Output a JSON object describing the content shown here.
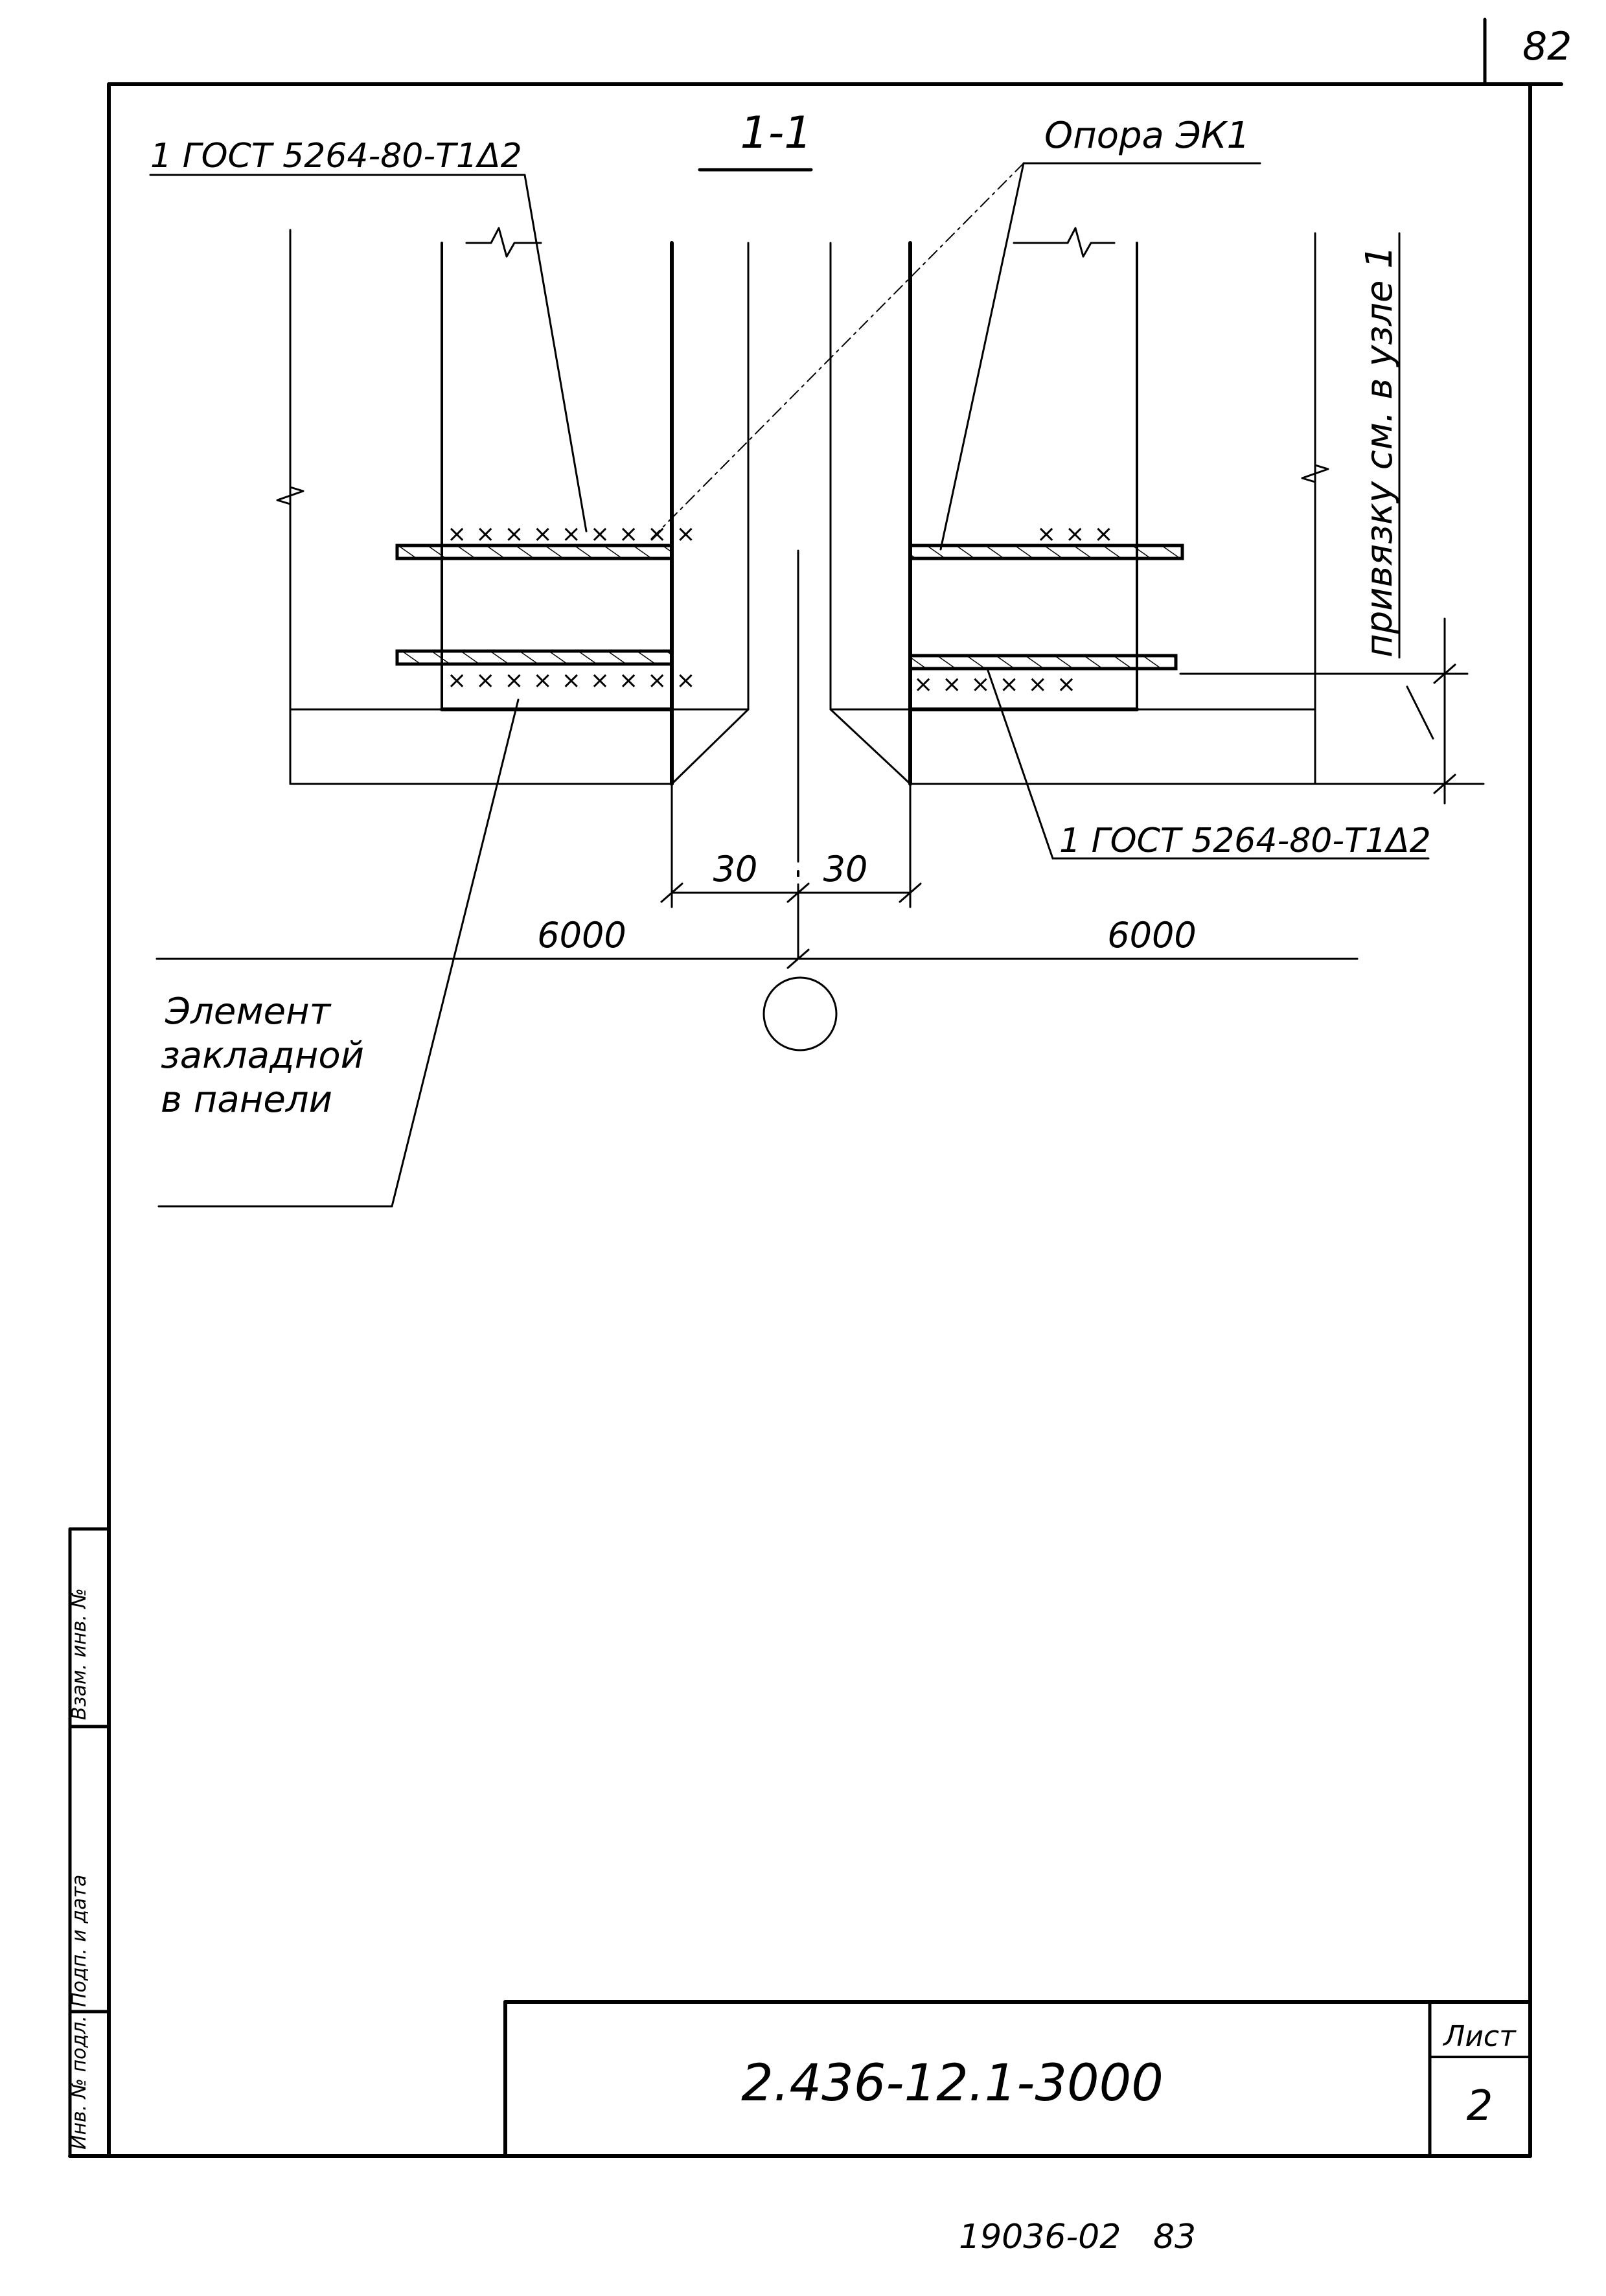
{
  "sheet_corner_number": "82",
  "section_label": "1-1",
  "labels": {
    "gost_top_left": "1 ГОСТ 5264-80-Т1Δ2",
    "support": "Опора ЭК1",
    "gost_bottom_right": "1 ГОСТ 5264-80-Т1Δ2",
    "reference_note": "привязку см. в узле 1",
    "embedded_line1": "Элемент",
    "embedded_line2": "закладной",
    "embedded_line3": "в панели"
  },
  "dimensions": {
    "gap_left": "30",
    "gap_right": "30",
    "span_left": "6000",
    "span_right": "6000"
  },
  "side_stamp": {
    "cell1": "Инв. № подл.",
    "cell2": "Подп. и дата",
    "cell3": "Взам. инв. №"
  },
  "title_block": {
    "document_code": "2.436-12.1-3000",
    "sheet_label": "Лист",
    "sheet_number": "2"
  },
  "footer_code": "19036-02   83"
}
